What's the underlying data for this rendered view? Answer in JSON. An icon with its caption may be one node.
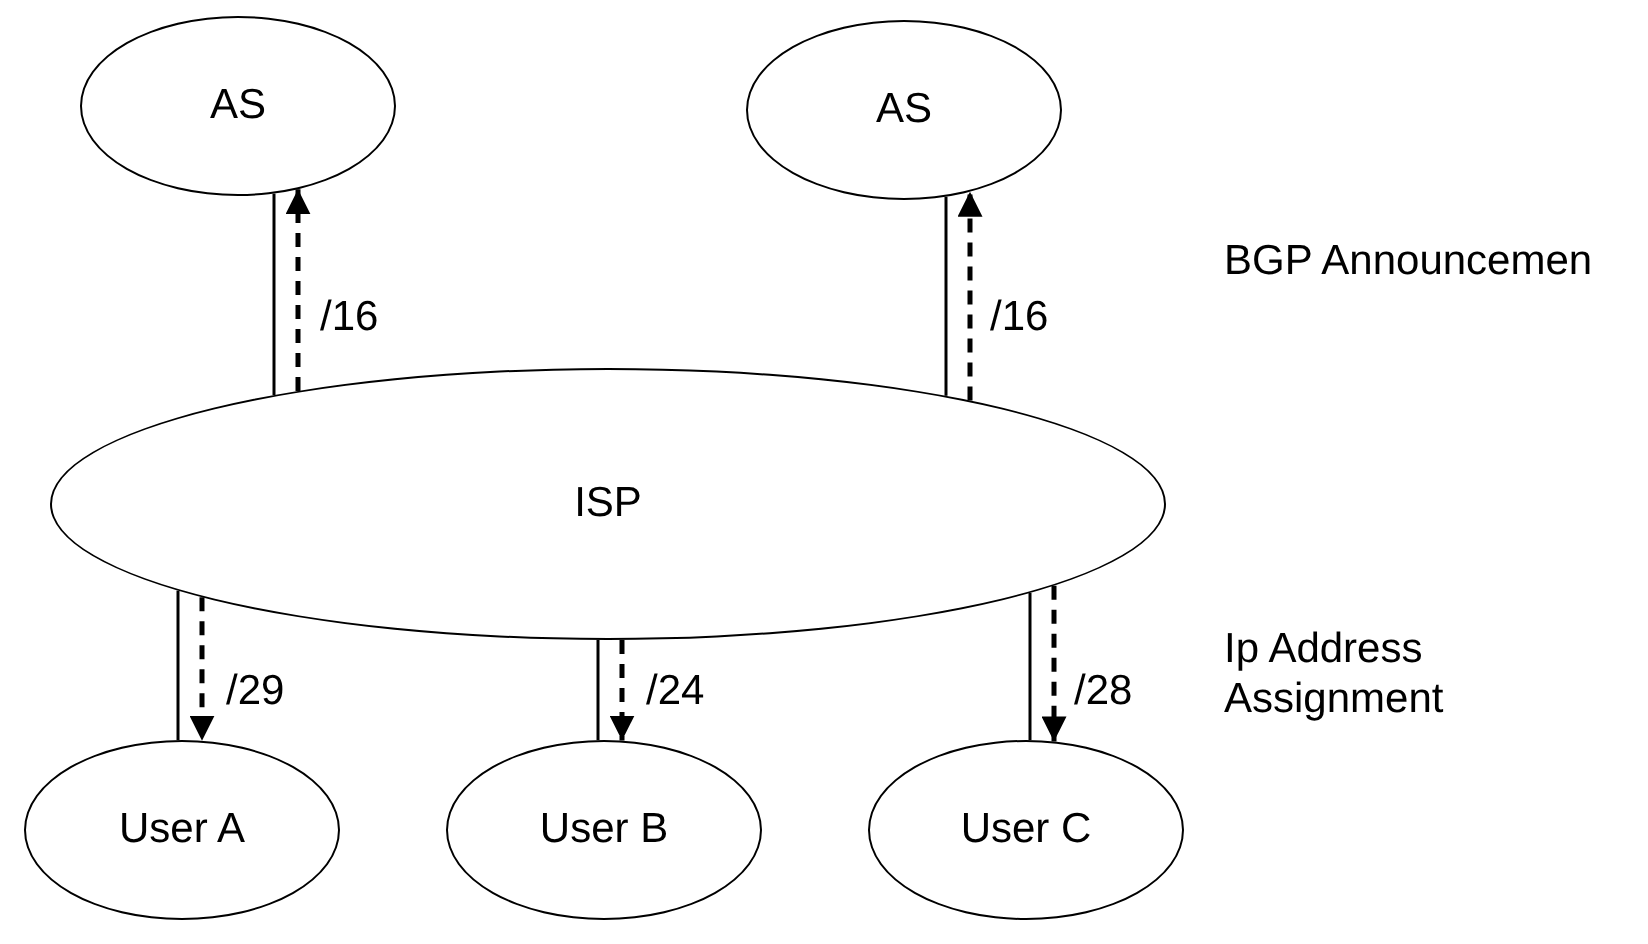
{
  "diagram": {
    "nodes": [
      {
        "text": [
          "AS"
        ]
      },
      {
        "text": [
          "AS"
        ]
      },
      {
        "text": [
          "ISP"
        ]
      },
      {
        "text": [
          "User A"
        ]
      },
      {
        "text": [
          "User B"
        ]
      },
      {
        "text": [
          "User C"
        ]
      }
    ],
    "edges": [
      {
        "from": 2,
        "to": 0,
        "arrow": "none"
      },
      {
        "from": 2,
        "to": 0,
        "arrow": "to",
        "style": "dashed",
        "label": "/16"
      },
      {
        "from": 2,
        "to": 1,
        "arrow": "none"
      },
      {
        "from": 2,
        "to": 1,
        "arrow": "to",
        "style": "dashed",
        "label": "/16"
      },
      {
        "from": 2,
        "to": 3,
        "arrow": "none"
      },
      {
        "from": 2,
        "to": 3,
        "arrow": "to",
        "style": "dashed",
        "label": "/29"
      },
      {
        "from": 2,
        "to": 4,
        "arrow": "none"
      },
      {
        "from": 2,
        "to": 4,
        "arrow": "to",
        "style": "dashed",
        "label": "/24"
      },
      {
        "from": 2,
        "to": 5,
        "arrow": "none"
      },
      {
        "from": 2,
        "to": 5,
        "arrow": "to",
        "style": "dashed",
        "label": "/28"
      }
    ],
    "labels": [
      "BGP Announcemen",
      "Ip Address Assignment"
    ]
  }
}
